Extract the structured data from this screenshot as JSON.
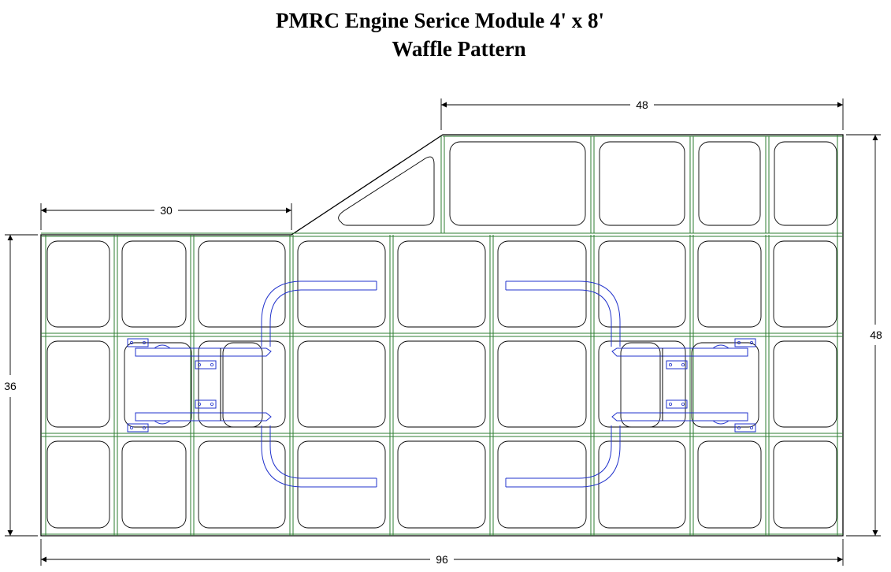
{
  "title_line1": "PMRC Engine Serice Module 4' x 8'",
  "title_line2": "Waffle Pattern",
  "dimensions": {
    "top_width": "48",
    "left_step_width": "30",
    "left_height": "36",
    "right_height": "48",
    "bottom_width": "96"
  },
  "colors": {
    "panel_outline": "#000000",
    "rib_green": "#2e7d32",
    "track_blue": "#2233cc"
  }
}
